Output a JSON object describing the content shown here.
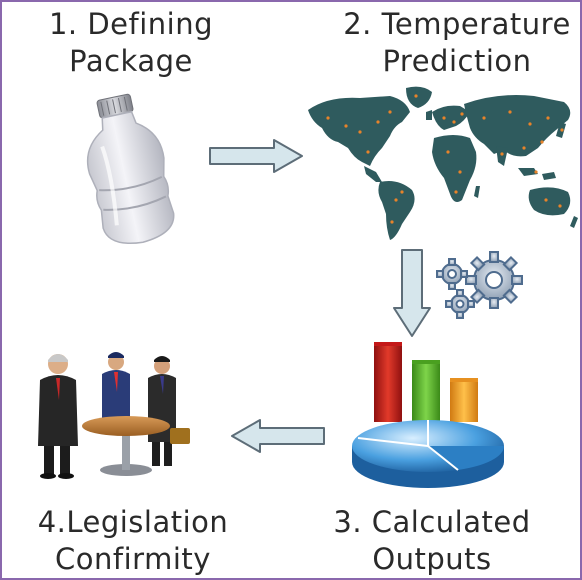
{
  "steps": {
    "step1": {
      "line1": "1. Defining",
      "line2": "Package"
    },
    "step2": {
      "line1": "2. Temperature",
      "line2": "Prediction"
    },
    "step3": {
      "line1": "3. Calculated",
      "line2": "Outputs"
    },
    "step4": {
      "line1": "4.Legislation",
      "line2": "Confirmity"
    }
  },
  "colors": {
    "frame": "#8a68ad",
    "map_land": "#2f5b5e",
    "map_dots": "#e8832a",
    "arrow_fill": "#d6e6ec",
    "arrow_stroke": "#5d6d78",
    "pie": "#3a8fd0",
    "bar_red": "#cc1f1f",
    "bar_green": "#5cb82e",
    "bar_orange": "#f2a12c"
  },
  "icons": {
    "bottle": "plastic-bottle-icon",
    "map": "world-map-icon",
    "gears": "gears-icon",
    "chart": "pie-bar-chart-icon",
    "meeting": "business-meeting-icon"
  }
}
